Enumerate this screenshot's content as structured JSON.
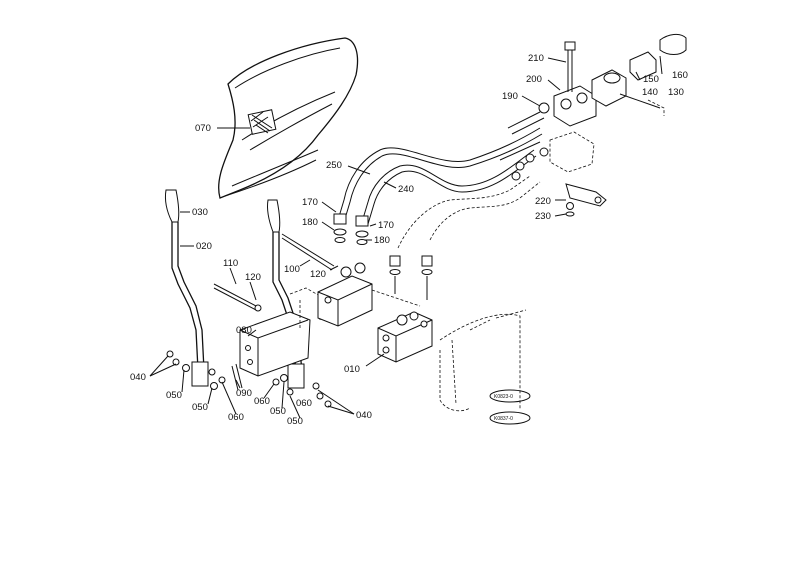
{
  "labels": {
    "l070": "070",
    "l030": "030",
    "l020": "020",
    "l110": "110",
    "l120a": "120",
    "l100": "100",
    "l120b": "120",
    "l170a": "170",
    "l180a": "180",
    "l170b": "170",
    "l180b": "180",
    "l250": "250",
    "l240": "240",
    "l210": "210",
    "l200": "200",
    "l190": "190",
    "l150": "150",
    "l160": "160",
    "l140": "140",
    "l130": "130",
    "l220": "220",
    "l230": "230",
    "l080": "080",
    "l010": "010",
    "l040a": "040",
    "l050a": "050",
    "l050b": "050",
    "l060a": "060",
    "l090": "090",
    "l060b": "060",
    "l050c": "050",
    "l060c": "060",
    "l050d": "050",
    "l040b": "040"
  },
  "stamps": {
    "s1": "K0823-0",
    "s2": "K0837-0"
  }
}
